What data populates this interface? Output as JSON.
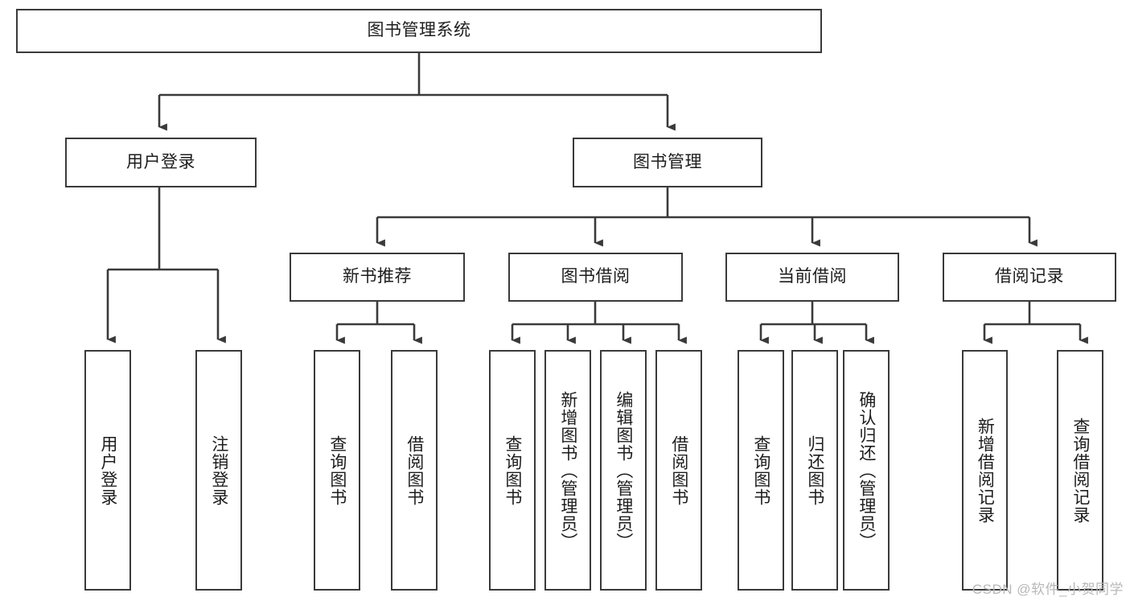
{
  "diagram": {
    "title": "图书管理系统",
    "watermark": "CSDN @软件_小贺同学",
    "stroke_color": "#3a3a3a",
    "text_color": "#1d1d1d",
    "background": "#ffffff",
    "nodes": {
      "root": "图书管理系统",
      "level2": {
        "user_login": "用户登录",
        "book_manage": "图书管理"
      },
      "level3": {
        "new_book_rec": "新书推荐",
        "book_borrow": "图书借阅",
        "current_borrow": "当前借阅",
        "borrow_record": "借阅记录"
      },
      "leaves": {
        "user_login_1": "用户登录",
        "user_login_2": "注销登录",
        "new_book_rec_1": "查询图书",
        "new_book_rec_2": "借阅图书",
        "book_borrow_1": "查询图书",
        "book_borrow_2": "新增图书（管理员）",
        "book_borrow_3": "编辑图书（管理员）",
        "book_borrow_4": "借阅图书",
        "current_borrow_1": "查询图书",
        "current_borrow_2": "归还图书",
        "current_borrow_3": "确认归还（管理员）",
        "borrow_record_1": "新增借阅记录",
        "borrow_record_2": "查询借阅记录"
      }
    }
  }
}
